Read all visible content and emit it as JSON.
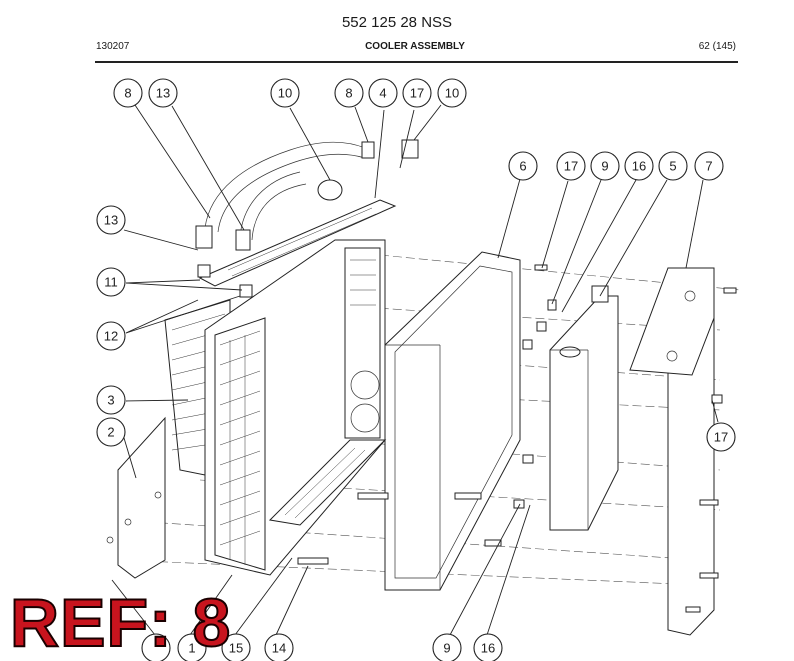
{
  "header": {
    "doc_number": "552 125 28 NSS",
    "date_code": "130207",
    "title": "COOLER ASSEMBLY",
    "page": "62 (145)"
  },
  "callouts": [
    "8",
    "13",
    "10",
    "8",
    "4",
    "17",
    "10",
    "13",
    "11",
    "12",
    "3",
    "2",
    "6",
    "17",
    "9",
    "16",
    "5",
    "7",
    "17",
    "14",
    "9",
    "16",
    "1",
    "15"
  ],
  "reference_stamp": "REF: 8",
  "colors": {
    "stamp": "#c8141e",
    "line": "#222222"
  }
}
